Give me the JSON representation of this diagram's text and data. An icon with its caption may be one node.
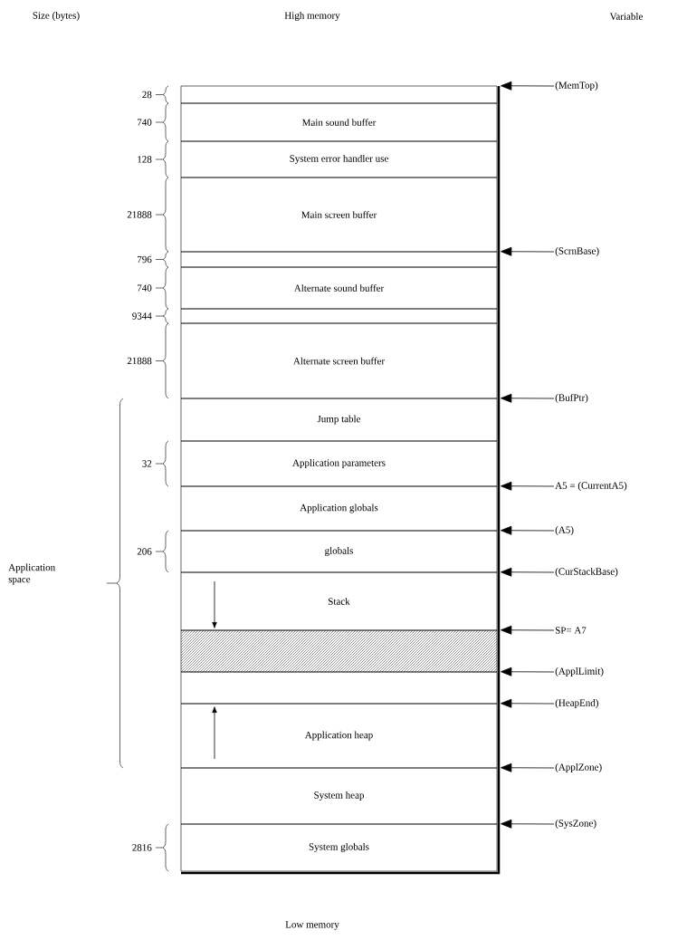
{
  "diagram": {
    "nodes": [
      {
        "text": [],
        "shape": "box"
      },
      {
        "text": [
          "Main sound buffer"
        ]
      },
      {
        "text": [
          "System error handler use"
        ]
      },
      {
        "text": [
          "Main screen buffer"
        ]
      },
      {
        "text": [],
        "shape": "box"
      },
      {
        "text": [
          "Alternate sound buffer"
        ]
      },
      {
        "text": [],
        "shape": "box"
      },
      {
        "text": [
          "Alternate screen buffer"
        ]
      },
      {
        "text": [
          "Jump table"
        ]
      },
      {
        "text": [
          "Application parameters"
        ]
      },
      {
        "text": [
          "Application globals"
        ]
      },
      {
        "text": [
          "globals"
        ]
      },
      {
        "text": [
          "Stack"
        ]
      },
      {
        "text": [],
        "shape": "box"
      },
      {
        "text": [],
        "shape": "box"
      },
      {
        "text": [
          "Application heap"
        ]
      },
      {
        "text": [
          "System heap"
        ]
      },
      {
        "text": [
          "System globals"
        ]
      },
      {
        "text": [
          "(MemTop)"
        ]
      },
      {
        "text": [
          "(ScrnBase)"
        ]
      },
      {
        "text": [
          "(BufPtr)"
        ]
      },
      {
        "text": [
          "A5 = (CurrentA5)"
        ]
      },
      {
        "text": [
          "(A5)"
        ]
      },
      {
        "text": [
          "(CurStackBase)"
        ]
      },
      {
        "text": [
          "SP= A7"
        ]
      },
      {
        "text": [
          "(ApplLimit)"
        ]
      },
      {
        "text": [
          "(HeapEnd)"
        ]
      },
      {
        "text": [
          "(ApplZone)"
        ]
      },
      {
        "text": [
          "(SysZone)"
        ]
      }
    ],
    "edges": [
      {
        "from": 18,
        "to": 0,
        "arrow": "to"
      },
      {
        "from": 19,
        "to": 4,
        "arrow": "to"
      },
      {
        "from": 20,
        "to": 8,
        "arrow": "to"
      },
      {
        "from": 21,
        "to": 10,
        "arrow": "to"
      },
      {
        "from": 22,
        "to": 11,
        "arrow": "to"
      },
      {
        "from": 23,
        "to": 12,
        "arrow": "to"
      },
      {
        "from": 24,
        "to": 13,
        "arrow": "to"
      },
      {
        "from": 25,
        "to": 14,
        "arrow": "to"
      },
      {
        "from": 26,
        "to": 15,
        "arrow": "to"
      },
      {
        "from": 27,
        "to": 16,
        "arrow": "to"
      },
      {
        "from": 28,
        "to": 17,
        "arrow": "to"
      }
    ],
    "labels": [
      "Size (bytes)",
      "High memory",
      "Variable",
      "28",
      "740",
      "128",
      "21888",
      "796",
      "740",
      "9344",
      "21888",
      "32",
      "206",
      "Application space",
      "2816",
      "Low memory"
    ]
  }
}
